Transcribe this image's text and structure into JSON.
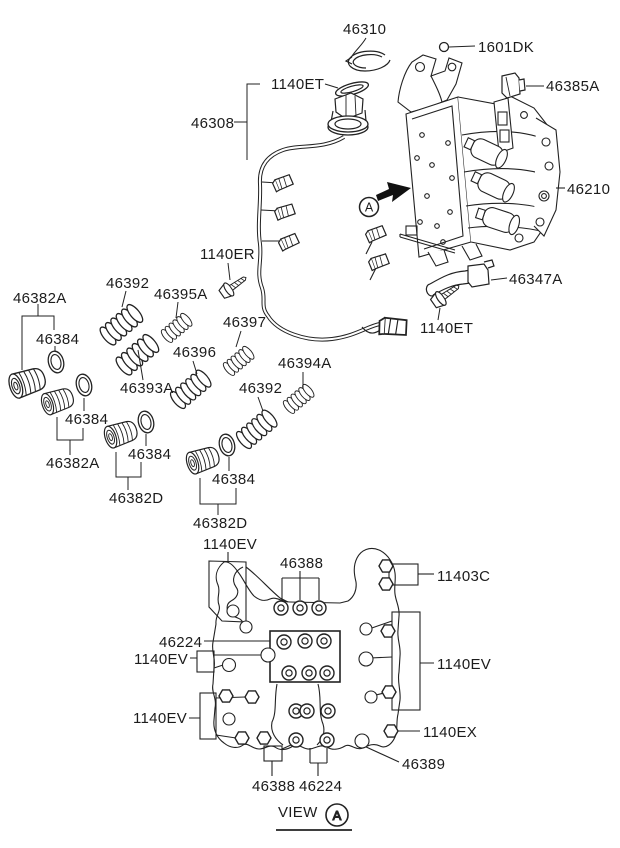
{
  "page": {
    "background": "#ffffff",
    "ink": "#222222",
    "title_hint": "transmission valve body parts diagram"
  },
  "markers": {
    "detail": "A"
  },
  "labels": [
    {
      "text": "46310"
    },
    {
      "text": "1601DK"
    },
    {
      "text": "1140ET"
    },
    {
      "text": "46385A"
    },
    {
      "text": "46308"
    },
    {
      "text": "46210"
    },
    {
      "text": "1140ER"
    },
    {
      "text": "46347A"
    },
    {
      "text": "1140ET"
    },
    {
      "text": "46382A"
    },
    {
      "text": "46392"
    },
    {
      "text": "46395A"
    },
    {
      "text": "46384"
    },
    {
      "text": "46397"
    },
    {
      "text": "46396"
    },
    {
      "text": "46393A"
    },
    {
      "text": "46392"
    },
    {
      "text": "46394A"
    },
    {
      "text": "46384"
    },
    {
      "text": "46382A"
    },
    {
      "text": "46384"
    },
    {
      "text": "46382D"
    },
    {
      "text": "46384"
    },
    {
      "text": "46382D"
    },
    {
      "text": "1140EV"
    },
    {
      "text": "46388"
    },
    {
      "text": "11403C"
    },
    {
      "text": "46224"
    },
    {
      "text": "1140EV"
    },
    {
      "text": "1140EV"
    },
    {
      "text": "1140EV"
    },
    {
      "text": "1140EX"
    },
    {
      "text": "46389"
    },
    {
      "text": "46388"
    },
    {
      "text": "46224"
    },
    {
      "text": "VIEW"
    }
  ]
}
